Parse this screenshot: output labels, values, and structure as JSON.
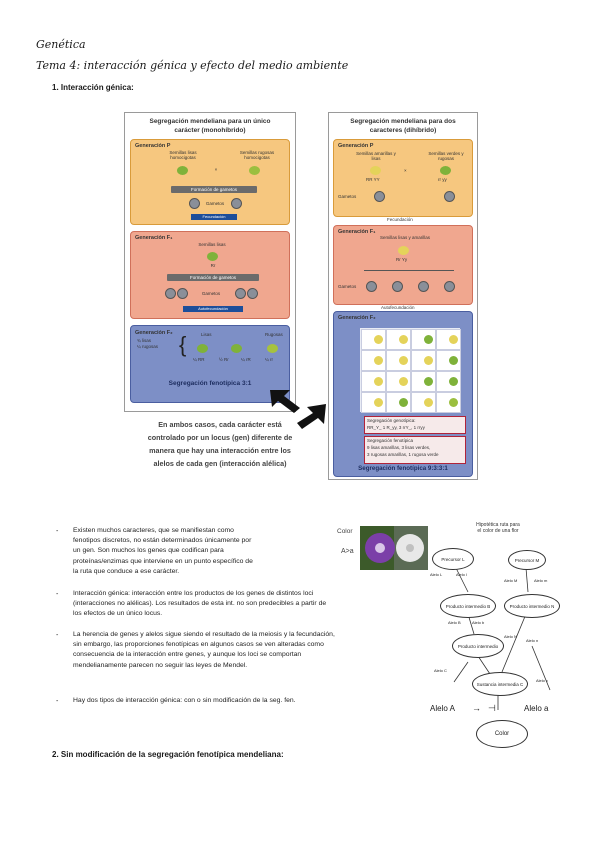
{
  "header": {
    "subject": "Genética",
    "topic": "Tema 4: interacción génica y efecto del medio ambiente",
    "section1": "1.   Interacción génica:",
    "section2": "2.   Sin modificación de la segregación fenotípica mendeliana:"
  },
  "figure": {
    "left_title": "Segregación mendeliana para un único carácter (monohíbrido)",
    "right_title": "Segregación mendeliana para dos caracteres (dihíbrido)",
    "left": {
      "gen_p": "Generación P",
      "smooth": "Semillas lisas homocigotas",
      "wrinkled": "Semillas rugosas homocigotas",
      "gamete_formation": "Formación de gametos",
      "gametes": "Gametos",
      "fertilization": "Fecundación",
      "gen_f1": "Generación F₁",
      "f1_seed": "Semillas lisas",
      "f1_geno": "Rr",
      "self_fert": "Autofecundación",
      "gen_f2": "Generación F₂",
      "f2_ratio1": "¾ lisas",
      "f2_ratio2": "¼ rugosas",
      "lisas": "Lisas",
      "rugosas": "Rugosas",
      "g1": "¼ RR",
      "g2": "½ Rr",
      "g3": "¼ rR",
      "g4": "¼ rr",
      "pheno_seg": "Segregación fenotípica 3:1"
    },
    "right": {
      "gen_p": "Generación P",
      "yellow": "Semillas amarillas y lisas",
      "green": "Semillas verdes y rugosas",
      "geno1": "RR YY",
      "geno2": "rr yy",
      "gametes": "Gametos",
      "fertilization": "Fecundación",
      "gen_f1": "Generación F₁",
      "f1_seed": "Semillas lisas y amarillas",
      "f1_geno": "Rr Yy",
      "self_fert": "Autofecundación",
      "gen_f2": "Generación F₂",
      "geno_seg_title": "Segregación genotípica:",
      "geno_seg_text": "RR_Y_ 1 R_yy, 3 rrY_, 1 rryy",
      "pheno_seg_title": "Segregación fenotípica",
      "pheno_seg_lines": [
        "9 lisas amarillas, 3 lisas verdes,",
        "3 rugosas amarillas, 1 rugosa verde"
      ],
      "pheno_seg": "Segregación fenotípica 9:3:3:1"
    },
    "caption": [
      "En ambos casos, cada carácter está",
      "controlado por un locus (gen) diferente de",
      "manera que hay una interacción entre los",
      "alelos de cada gen (interacción alélica)"
    ]
  },
  "bullets": [
    [
      "Existen muchos caracteres, que se manifiestan como",
      "fenotipos discretos, no están determinados únicamente por",
      "un gen. Son muchos los genes que codifican para",
      "proteínas/enzimas que interviene en un punto específico de",
      "la ruta que conduce a ese carácter."
    ],
    [
      "Interacción génica: interacción entre los productos de los genes de distintos loci",
      "(interacciones no alélicas). Los resultados de esta int. no son predecibles a partir de",
      "los efectos de un único locus."
    ],
    [
      "La herencia de genes y alelos sigue siendo el resultado de la meiosis y la fecundación,",
      "sin embargo, las proporciones fenotípicas en algunos casos se ven alteradas como",
      "consecuencia de la interacción entre genes, y aunque los loci se comportan",
      "mendelianamente parecen no seguir las leyes de Mendel."
    ],
    [
      "Hay dos tipos de interacción génica: con o sin modificación de la seg. fen."
    ]
  ],
  "color_image": {
    "label": "Color",
    "allele_text": "A>a"
  },
  "pathway": {
    "title": [
      "Hipotética ruta para",
      "el color de una flor"
    ],
    "prec_l": "Precursor L",
    "prec_m": "Precursor M",
    "interm_b": "Producto intermedio B",
    "interm_n": "Producto intermedio N",
    "interm_c": "Producto intermedio",
    "sust_c": "Sustancia intermedia C",
    "color": "Color",
    "allele_a": "Alelo A",
    "allele_a_small": "Alelo a",
    "side_labels": [
      "Alelo L",
      "Alelo l",
      "Alelo M",
      "Alelo m",
      "Alelo B",
      "Alelo b",
      "Alelo N",
      "Alelo n",
      "Alelo C",
      "Alelo c"
    ]
  },
  "colors": {
    "gen_p_box": "#f6c77f",
    "gen_f1_box": "#f0a78f",
    "gen_f2_box": "#7d8fc6",
    "pea_green": "#7fb23a",
    "pea_yellow": "#e4d35a",
    "flower_purple": "#7b3fa8"
  }
}
